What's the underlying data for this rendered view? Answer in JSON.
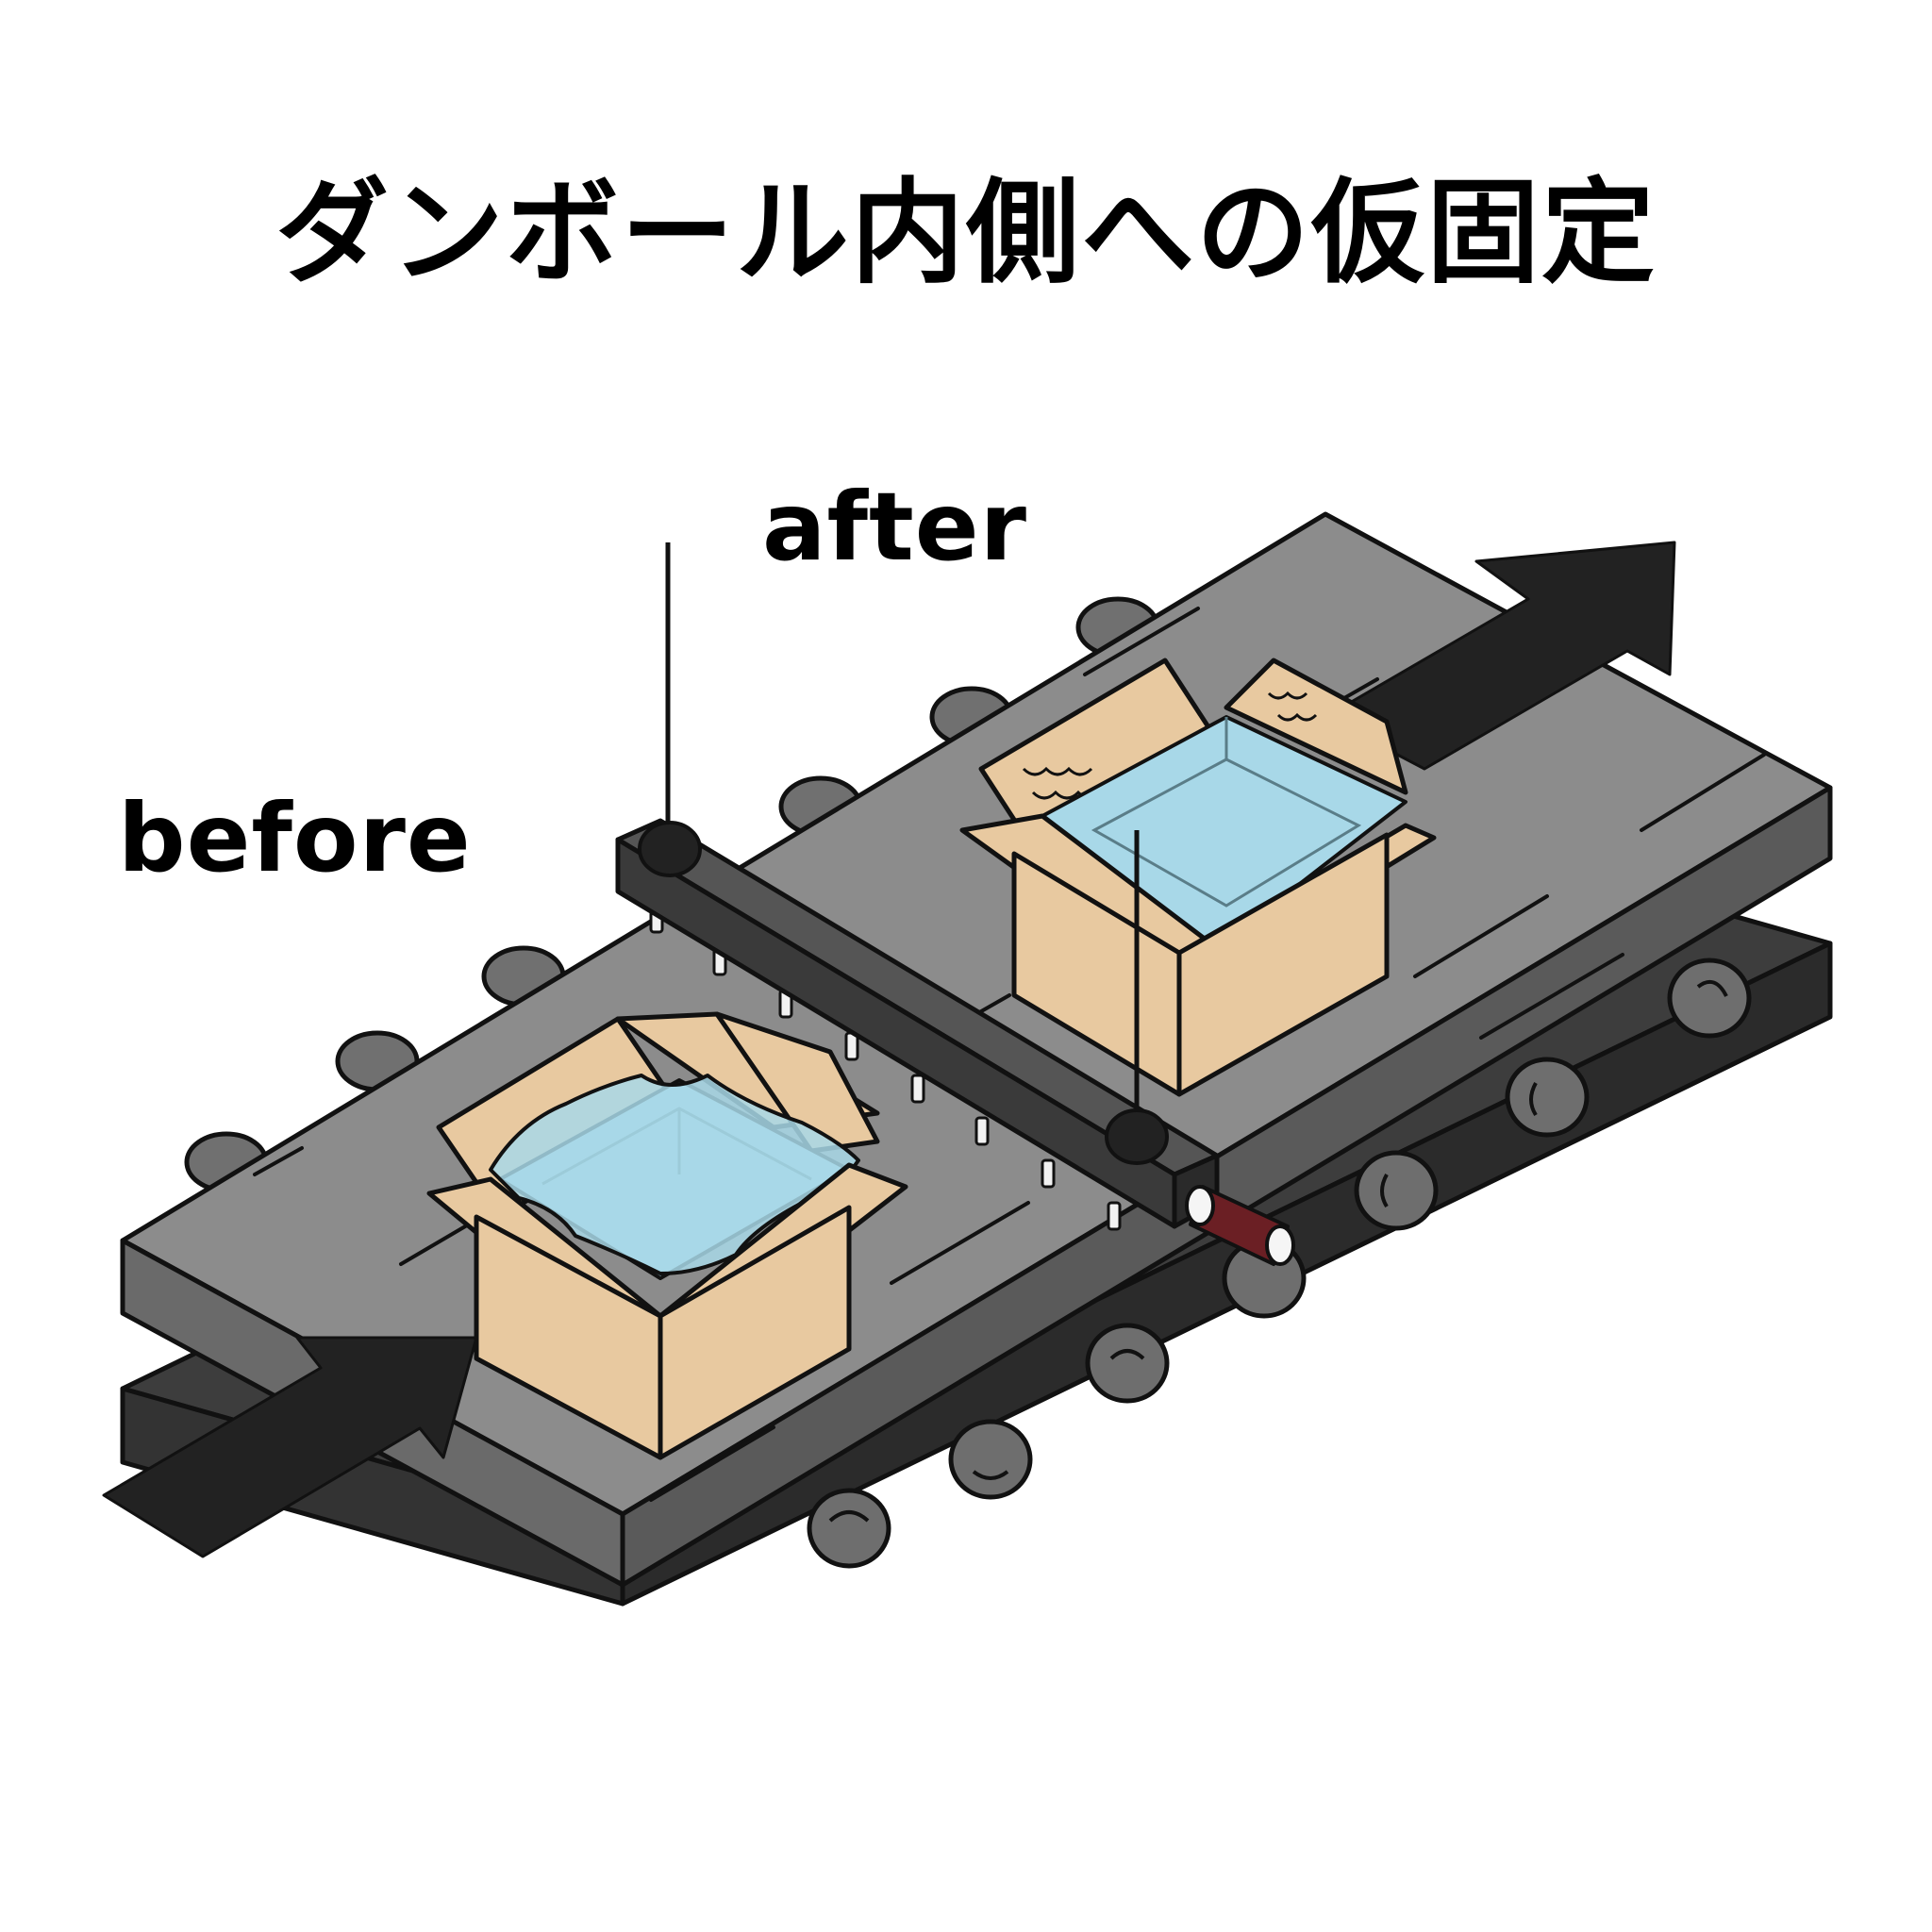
{
  "title": "ダンボール内側への仮固定",
  "labels": {
    "after": "after",
    "before": "before"
  },
  "colors": {
    "background": "#ffffff",
    "belt_top": "#8c8c8c",
    "belt_side": "#606060",
    "belt_lower": "#3d3d3d",
    "roller": "#707070",
    "arrow": "#222222",
    "cardboard": "#e8c9a0",
    "liner": "#a8d8e8",
    "bar": "#3a3a3a",
    "nozzle_red": "#6b1f24",
    "outline": "#111111"
  },
  "icons": {
    "flow_arrow_in": "arrow-right-icon",
    "flow_arrow_out": "arrow-right-icon"
  }
}
